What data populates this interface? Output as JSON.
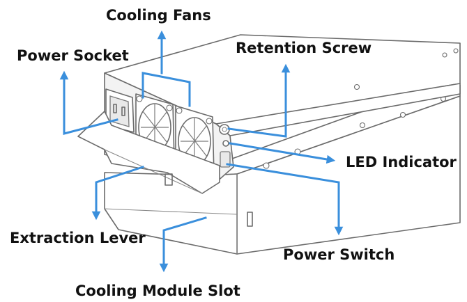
{
  "labels": {
    "cooling_fans": "Cooling Fans",
    "power_socket": "Power Socket",
    "retention_screw": "Retention Screw",
    "led_indicator": "LED Indicator",
    "extraction_lever": "Extraction Lever",
    "power_switch": "Power Switch",
    "cooling_module_slot": "Cooling Module Slot"
  },
  "colors": {
    "callout_arrow": "#3a8fdc",
    "outline": "#6b6b6b",
    "label_text": "#111111"
  }
}
